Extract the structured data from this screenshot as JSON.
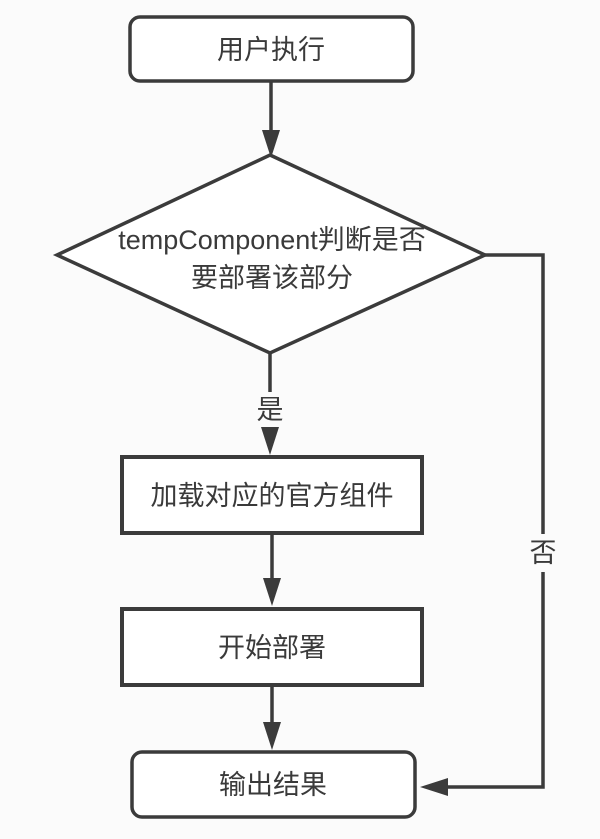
{
  "diagram": {
    "type": "flowchart",
    "background_color": "#fbfbfb",
    "stroke_color": "#3b3b3b",
    "text_color": "#3a3a3a",
    "node_fill_color": "#ffffff",
    "nodes": {
      "start": {
        "label": "用户执行",
        "shape": "rounded-rectangle"
      },
      "decision": {
        "label": "tempComponent判断是否要部署该部分",
        "label_line1": "tempComponent判断是否",
        "label_line2": "要部署该部分",
        "shape": "diamond"
      },
      "load": {
        "label": "加载对应的官方组件",
        "shape": "rectangle"
      },
      "deploy": {
        "label": "开始部署",
        "shape": "rectangle"
      },
      "output": {
        "label": "输出结果",
        "shape": "rounded-rectangle"
      }
    },
    "edges": {
      "start_to_decision": {
        "label": ""
      },
      "decision_to_load": {
        "label": "是"
      },
      "load_to_deploy": {
        "label": ""
      },
      "deploy_to_output": {
        "label": ""
      },
      "decision_to_output": {
        "label": "否"
      }
    },
    "yes_label": "是",
    "no_label": "否"
  }
}
